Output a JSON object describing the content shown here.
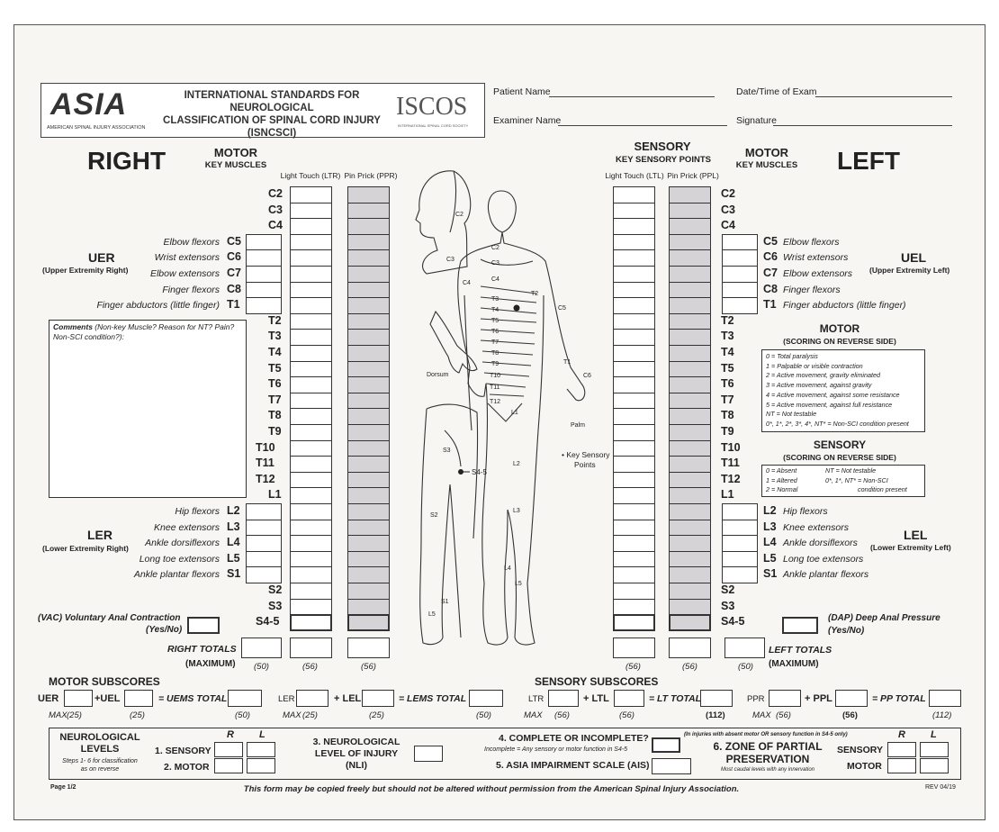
{
  "header": {
    "logo": "ASIA",
    "logo_sub": "AMERICAN SPINAL INJURY ASSOCIATION",
    "title_lines": [
      "INTERNATIONAL STANDARDS FOR NEUROLOGICAL",
      "CLASSIFICATION OF SPINAL CORD INJURY",
      "(ISNCSCI)"
    ],
    "iscos": "ISCOS",
    "iscos_sub": "INTERNATIONAL SPINAL CORD SOCIETY",
    "patient_name": "Patient Name",
    "exam_time": "Date/Time of Exam",
    "examiner_name": "Examiner Name",
    "signature": "Signature"
  },
  "right": {
    "side": "RIGHT",
    "motor_title": "MOTOR",
    "motor_sub": "KEY MUSCLES",
    "ltr_head": "Light Touch (LTR)",
    "ppr_head": "Pin Prick (PPR)",
    "uer": "UER",
    "uer_sub": "(Upper Extremity Right)",
    "ler": "LER",
    "ler_sub": "(Lower Extremity Right)",
    "comments_label": "Comments",
    "comments_text": " (Non-key Muscle? Reason for NT? Pain? Non-SCI condition?):",
    "vac": "(VAC) Voluntary Anal Contraction",
    "vac_yn": "(Yes/No)",
    "totals": "RIGHT TOTALS",
    "maximum": "(MAXIMUM)",
    "max_motor": "(50)",
    "max_lt": "(56)",
    "max_pp": "(56)"
  },
  "left": {
    "side": "LEFT",
    "sensory_title": "SENSORY",
    "sensory_sub": "KEY SENSORY POINTS",
    "ltl_head": "Light Touch (LTL)",
    "ppl_head": "Pin Prick (PPL)",
    "motor_title": "MOTOR",
    "motor_sub": "KEY MUSCLES",
    "uel": "UEL",
    "uel_sub": "(Upper Extremity Left)",
    "lel": "LEL",
    "lel_sub": "(Lower Extremity Left)",
    "dap": "(DAP) Deep Anal Pressure",
    "dap_yn": "(Yes/No)",
    "totals": "LEFT TOTALS",
    "maximum": "(MAXIMUM)",
    "max_motor": "(50)",
    "max_lt": "(56)",
    "max_pp": "(56)"
  },
  "levels": [
    "C2",
    "C3",
    "C4",
    "C5",
    "C6",
    "C7",
    "C8",
    "T1",
    "T2",
    "T3",
    "T4",
    "T5",
    "T6",
    "T7",
    "T8",
    "T9",
    "T10",
    "T11",
    "T12",
    "L1",
    "L2",
    "L3",
    "L4",
    "L5",
    "S1",
    "S2",
    "S3",
    "S4-5"
  ],
  "muscles": {
    "C5": "Elbow flexors",
    "C6": "Wrist extensors",
    "C7": "Elbow extensors",
    "C8": "Finger flexors",
    "T1": "Finger abductors (little finger)",
    "L2": "Hip flexors",
    "L3": "Knee extensors",
    "L4": "Ankle dorsiflexors",
    "L5": "Long toe extensors",
    "S1": "Ankle plantar flexors"
  },
  "diagram": {
    "dorsum": "Dorsum",
    "palm": "Palm",
    "key_points": "• Key Sensory",
    "key_points2": "Points",
    "s45": "S4-5",
    "labels": [
      "C2",
      "C3",
      "C4",
      "C2",
      "C3",
      "C4",
      "T2",
      "T3",
      "T4",
      "T5",
      "T6",
      "T7",
      "T8",
      "T9",
      "T10",
      "T11",
      "T12",
      "C5",
      "T1",
      "C6",
      "L1",
      "S3",
      "L2",
      "S2",
      "L3",
      "L4",
      "L5",
      "S1",
      "L5"
    ]
  },
  "motor_scale": {
    "title": "MOTOR",
    "sub": "(SCORING ON REVERSE SIDE)",
    "lines": [
      "0 = Total paralysis",
      "1 = Palpable or visible contraction",
      "2 = Active movement, gravity eliminated",
      "3 = Active movement, against gravity",
      "4 = Active movement, against some resistance",
      "5 = Active movement, against full resistance",
      "NT = Not testable",
      "0*, 1*, 2*, 3*, 4*, NT* = Non-SCI condition present"
    ]
  },
  "sensory_scale": {
    "title": "SENSORY",
    "sub": "(SCORING ON REVERSE SIDE)",
    "col1": [
      "0 = Absent",
      "1 = Altered",
      "2 = Normal"
    ],
    "col2": [
      "NT = Not testable",
      "0*, 1*, NT* = Non-SCI",
      "condition present"
    ]
  },
  "subscores": {
    "motor_title": "MOTOR SUBSCORES",
    "sensory_title": "SENSORY SUBSCORES",
    "uer": "UER",
    "uel": "+UEL",
    "uems": "= UEMS TOTAL",
    "ler": "LER",
    "lel": "+ LEL",
    "lems": "= LEMS TOTAL",
    "ltr": "LTR",
    "ltl": "+ LTL",
    "lt_total": "= LT TOTAL",
    "ppr": "PPR",
    "ppl": "+ PPL",
    "pp_total": "= PP TOTAL",
    "max": "MAX",
    "max_values": [
      "(25)",
      "(25)",
      "(50)",
      "(25)",
      "(25)",
      "(50)",
      "(56)",
      "(56)",
      "(112)",
      "(56)",
      "(56)",
      "(112)"
    ]
  },
  "footer": {
    "nl_title": "NEUROLOGICAL",
    "nl_title2": "LEVELS",
    "nl_steps": "Steps 1- 6 for classification",
    "nl_steps2": "as on reverse",
    "r": "R",
    "l": "L",
    "sensory": "1. SENSORY",
    "motor": "2. MOTOR",
    "nli1": "3. NEUROLOGICAL",
    "nli2": "LEVEL OF INJURY",
    "nli3": "(NLI)",
    "complete": "4. COMPLETE OR INCOMPLETE?",
    "incomplete_note": "Incomplete = Any sensory or motor function in S4-5",
    "ais": "5. ASIA IMPAIRMENT SCALE (AIS)",
    "zpp_note": "(In injuries with absent motor OR sensory function in S4-5 only)",
    "zpp1": "6. ZONE OF PARTIAL",
    "zpp2": "PRESERVATION",
    "zpp_sub": "Most caudal levels with any innervation",
    "zpp_sensory": "SENSORY",
    "zpp_motor": "MOTOR",
    "page": "Page 1/2",
    "copy": "This form may be copied freely but should not be altered without permission from the American Spinal Injury Association.",
    "rev": "REV 04/19"
  }
}
